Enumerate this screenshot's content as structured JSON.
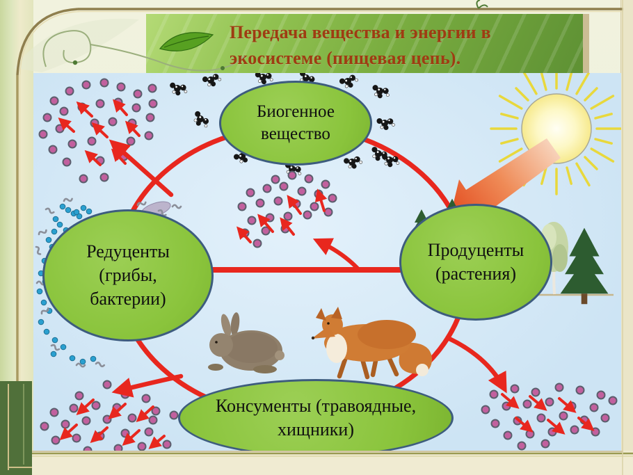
{
  "title": {
    "line1": "Передача вещества и энергии в",
    "line2": "экосистеме (пищевая цепь)."
  },
  "diagram": {
    "nodes": {
      "biogenic": {
        "label": "Биогенное\nвещество"
      },
      "reducers": {
        "label": "Редуценты\n(грибы,\nбактерии)"
      },
      "producers": {
        "label": "Продуценты\n(растения)"
      },
      "consumers": {
        "label": "Консументы (травоядные,\nхищники)"
      }
    },
    "icons": [
      "sun-icon",
      "sun-energy-arrow",
      "fir-tree-icon",
      "birch-tree-icon",
      "rabbit-icon",
      "fox-icon",
      "molecule-cluster-icon",
      "bacteria-dots-icon",
      "microbe-squiggle-icon",
      "mineral-dot-icon",
      "flow-arrow-icon",
      "leaf-ornament-icon"
    ],
    "colors": {
      "title_color": "#9e3c12",
      "node_fill": "#8ac43c",
      "node_border": "#3d5c7e",
      "arrow_red": "#e8271e",
      "panel_bg": "#cde4f4",
      "sun_ray": "#e8d83c",
      "dot_purple": "#c2609e",
      "dot_blue": "#2aa0d0"
    }
  }
}
